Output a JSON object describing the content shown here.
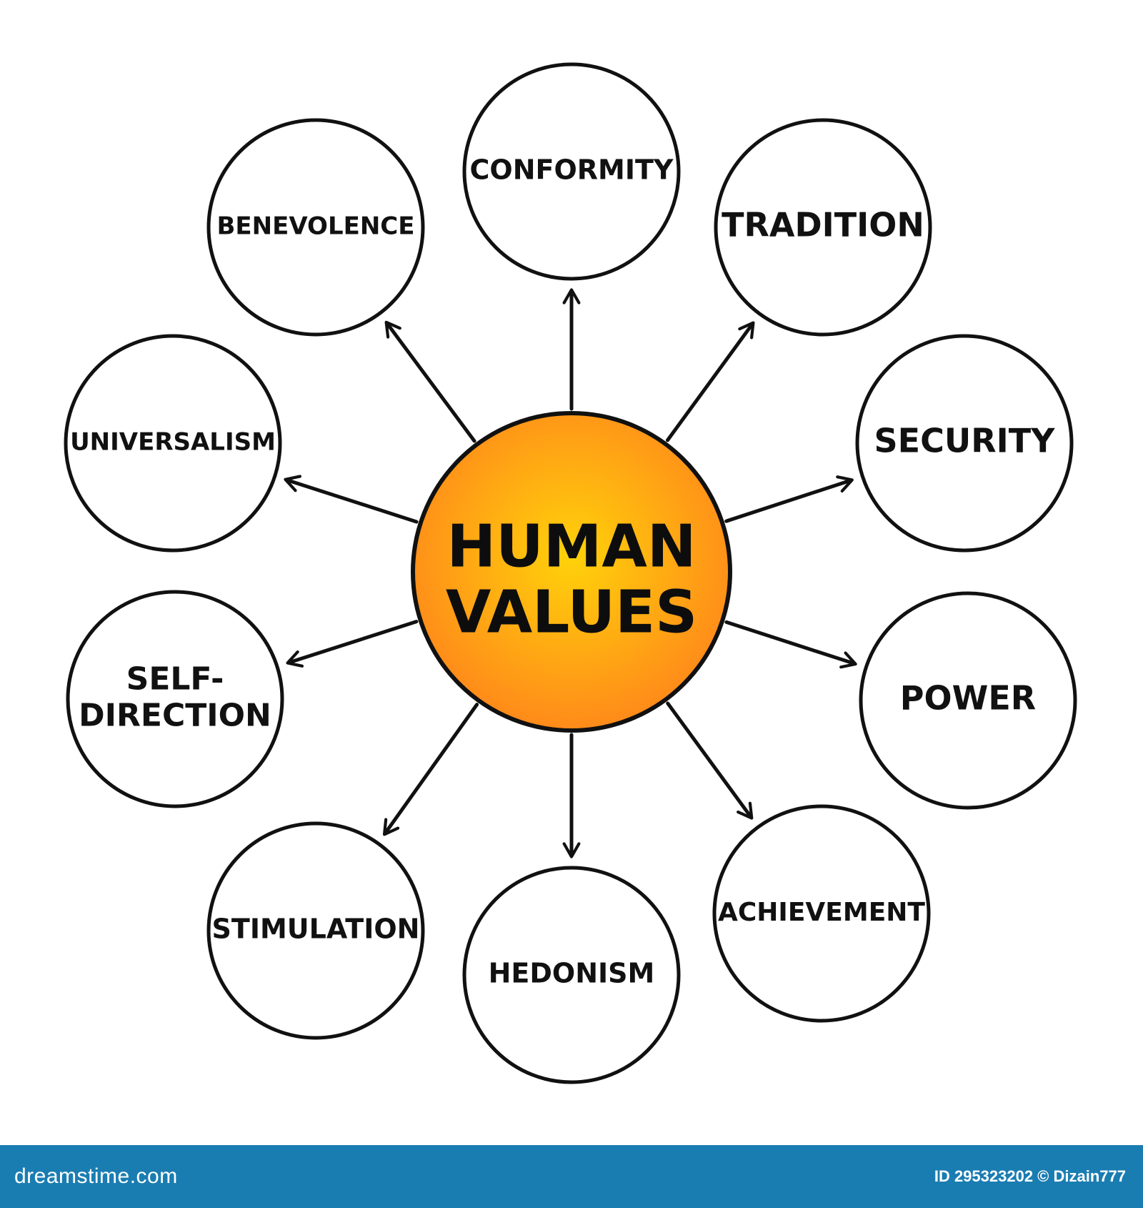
{
  "center": {
    "lines": [
      "HUMAN",
      "VALUES"
    ],
    "fill_inner": "#ffd20a",
    "fill_outer": "#ff8a1a"
  },
  "nodes": [
    {
      "id": "conformity",
      "lines": [
        "CONFORMITY"
      ]
    },
    {
      "id": "tradition",
      "lines": [
        "TRADITION"
      ]
    },
    {
      "id": "security",
      "lines": [
        "SECURITY"
      ]
    },
    {
      "id": "power",
      "lines": [
        "POWER"
      ]
    },
    {
      "id": "achievement",
      "lines": [
        "ACHIEVEMENT"
      ]
    },
    {
      "id": "hedonism",
      "lines": [
        "HEDONISM"
      ]
    },
    {
      "id": "stimulation",
      "lines": [
        "STIMULATION"
      ]
    },
    {
      "id": "self-direction",
      "lines": [
        "SELF-",
        "DIRECTION"
      ]
    },
    {
      "id": "universalism",
      "lines": [
        "UNIVERSALISM"
      ]
    },
    {
      "id": "benevolence",
      "lines": [
        "BENEVOLENCE"
      ]
    }
  ],
  "watermark": {
    "brand": "dreamstime.com",
    "id_credit": "ID 295323202 © Dizain777"
  },
  "colors": {
    "line": "#111111",
    "footer_bg": "#1a7db2"
  }
}
